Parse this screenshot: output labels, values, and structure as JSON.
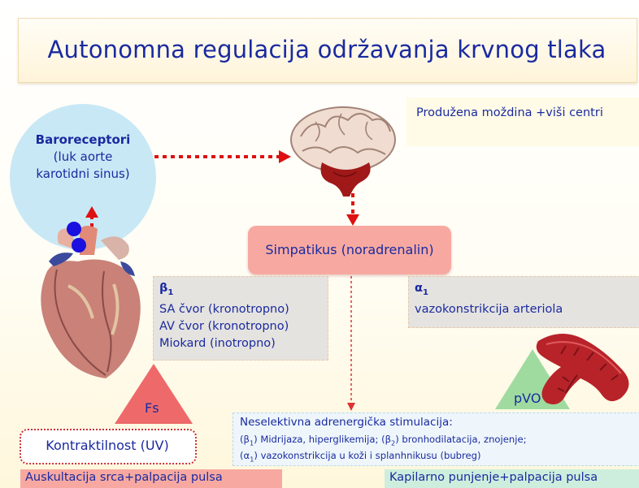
{
  "title": "Autonomna regulacija održavanja krvnog tlaka",
  "baroreceptor": {
    "title": "Baroreceptori",
    "line1": "(luk aorte",
    "line2": "karotidni sinus)"
  },
  "brain": {
    "label": "Produžena moždina +viši centri"
  },
  "simpatikus": "Simpatikus (noradrenalin)",
  "beta1": {
    "symbol": "β",
    "sub": "1",
    "items": [
      "SA čvor (kronotropno)",
      "AV čvor (kronotropno)",
      "Miokard (inotropno)"
    ]
  },
  "alpha1": {
    "symbol": "α",
    "sub": "1",
    "item": "vazokonstrikcija arteriola"
  },
  "fs": "Fs",
  "pvo": "pVO",
  "kontraktilnost": "Kontraktilnost (UV)",
  "neselektivna": {
    "title": "Neselektivna adrenergička stimulacija:",
    "b1": "β",
    "b1_sub": "1",
    "b1_text": " Midrijaza, hiperglikemija; (",
    "b2": "β",
    "b2_sub": "2",
    "b2_text": ") bronhodilatacija, znojenje;",
    "a1": "α",
    "a1_sub": "1",
    "a1_text": " vazokonstrikcija u koži i splanhnikusu (bubreg)"
  },
  "auskultacija": "Auskultacija srca+palpacija pulsa",
  "kapilarno": "Kapilarno punjenje+palpacija pulsa",
  "colors": {
    "text": "#1a2aa0",
    "arrow": "#dd1111",
    "dot": "#1a10e0",
    "triangle_fs": "#ee6a6a",
    "triangle_pvo": "#9fdb9f",
    "simpatikus_fill": "#f7a9a1",
    "circle_fill": "#c8e8f5"
  }
}
